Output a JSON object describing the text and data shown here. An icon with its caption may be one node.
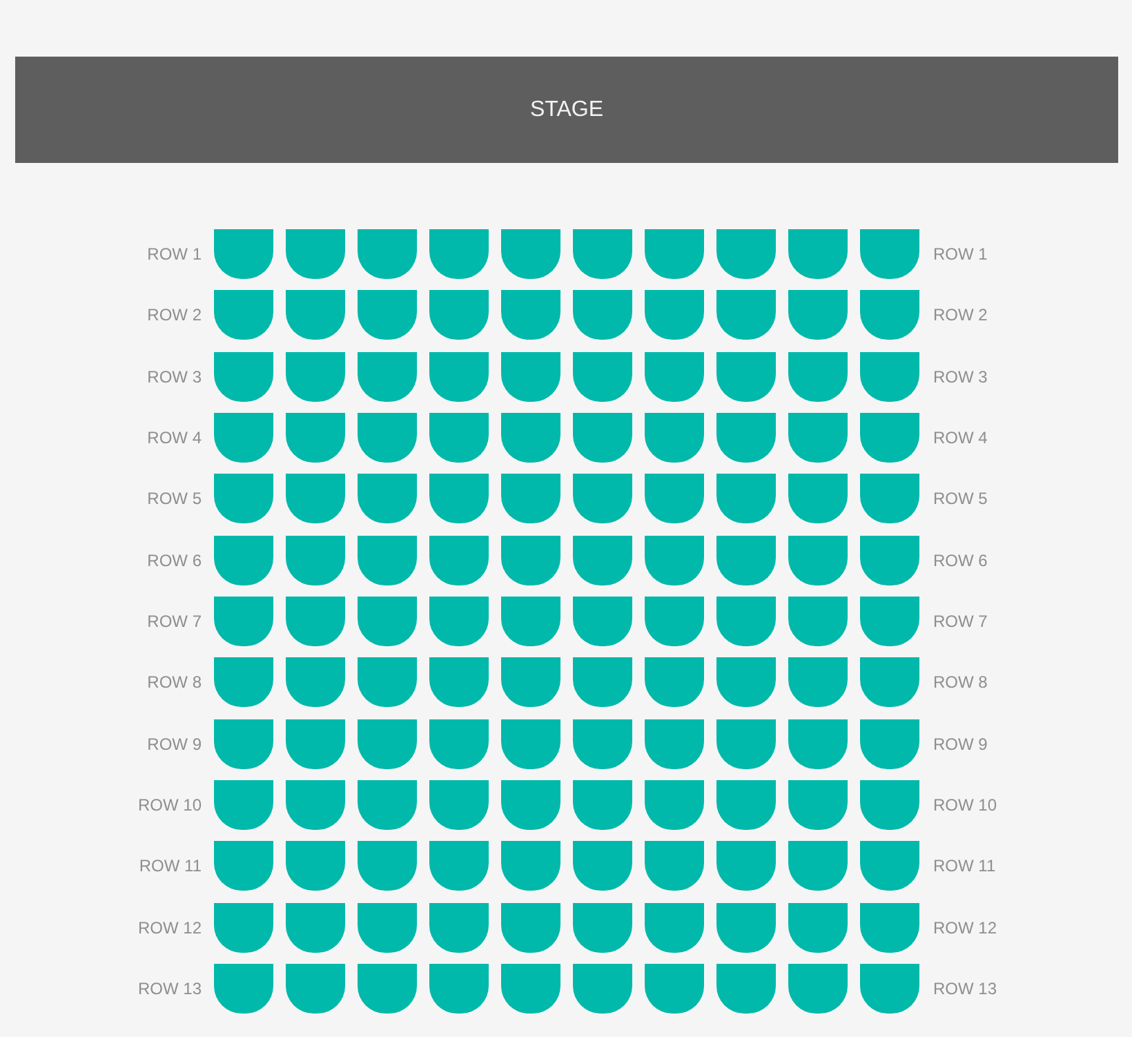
{
  "diagram": {
    "nodes": [
      {
        "text": [
          "STAGE"
        ]
      }
    ],
    "labels": [
      "ROW 1",
      "ROW 1",
      "ROW 2",
      "ROW 2",
      "ROW 3",
      "ROW 3",
      "ROW 4",
      "ROW 4",
      "ROW 5",
      "ROW 5",
      "ROW 6",
      "ROW 6",
      "ROW 7",
      "ROW 7",
      "ROW 8",
      "ROW 8",
      "ROW 9",
      "ROW 9",
      "ROW 10",
      "ROW 10",
      "ROW 11",
      "ROW 11",
      "ROW 12",
      "ROW 12",
      "ROW 13",
      "ROW 13"
    ]
  }
}
